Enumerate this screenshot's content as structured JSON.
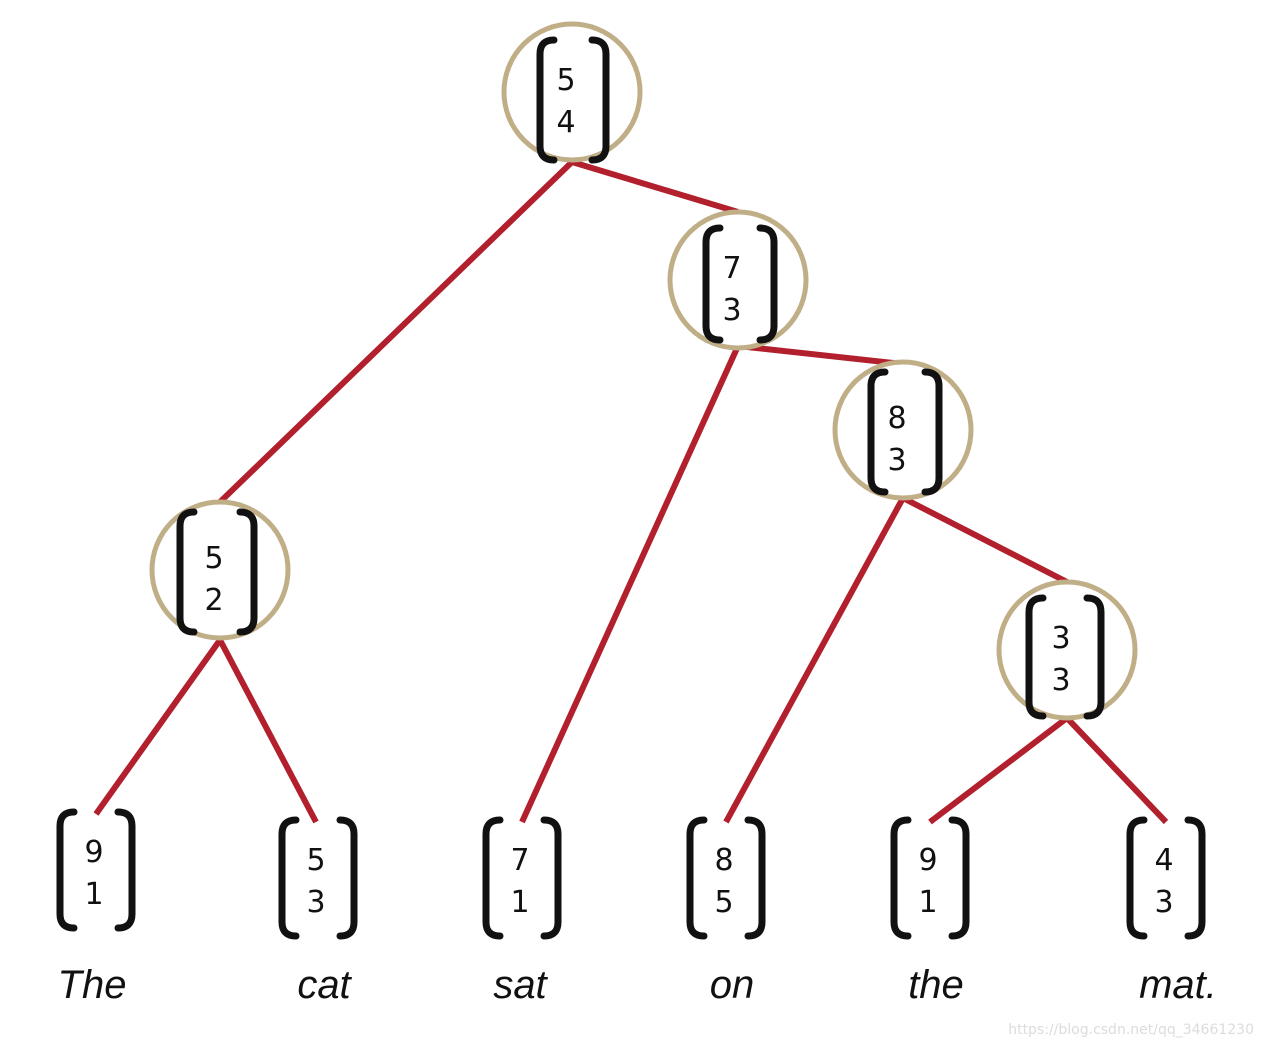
{
  "colors": {
    "edge": "#b21f2d",
    "ring": "#c0ae87",
    "bracket": "#111111",
    "text": "#111111"
  },
  "internal_nodes": [
    {
      "id": "n-root",
      "v1": "5",
      "v2": "4"
    },
    {
      "id": "n-73",
      "v1": "7",
      "v2": "3"
    },
    {
      "id": "n-83",
      "v1": "8",
      "v2": "3"
    },
    {
      "id": "n-52",
      "v1": "5",
      "v2": "2"
    },
    {
      "id": "n-33",
      "v1": "3",
      "v2": "3"
    }
  ],
  "leaves": [
    {
      "id": "leaf-the",
      "word": "The",
      "v1": "9",
      "v2": "1"
    },
    {
      "id": "leaf-cat",
      "word": "cat",
      "v1": "5",
      "v2": "3"
    },
    {
      "id": "leaf-sat",
      "word": "sat",
      "v1": "7",
      "v2": "1"
    },
    {
      "id": "leaf-on",
      "word": "on",
      "v1": "8",
      "v2": "5"
    },
    {
      "id": "leaf-the2",
      "word": "the",
      "v1": "9",
      "v2": "1"
    },
    {
      "id": "leaf-mat",
      "word": "mat.",
      "v1": "4",
      "v2": "3"
    }
  ],
  "edges": [
    [
      "n-root",
      "n-52"
    ],
    [
      "n-root",
      "n-73"
    ],
    [
      "n-73",
      "leaf-sat"
    ],
    [
      "n-73",
      "n-83"
    ],
    [
      "n-83",
      "leaf-on"
    ],
    [
      "n-83",
      "n-33"
    ],
    [
      "n-52",
      "leaf-the"
    ],
    [
      "n-52",
      "leaf-cat"
    ],
    [
      "n-33",
      "leaf-the2"
    ],
    [
      "n-33",
      "leaf-mat"
    ]
  ],
  "watermark": "https://blog.csdn.net/qq_34661230"
}
